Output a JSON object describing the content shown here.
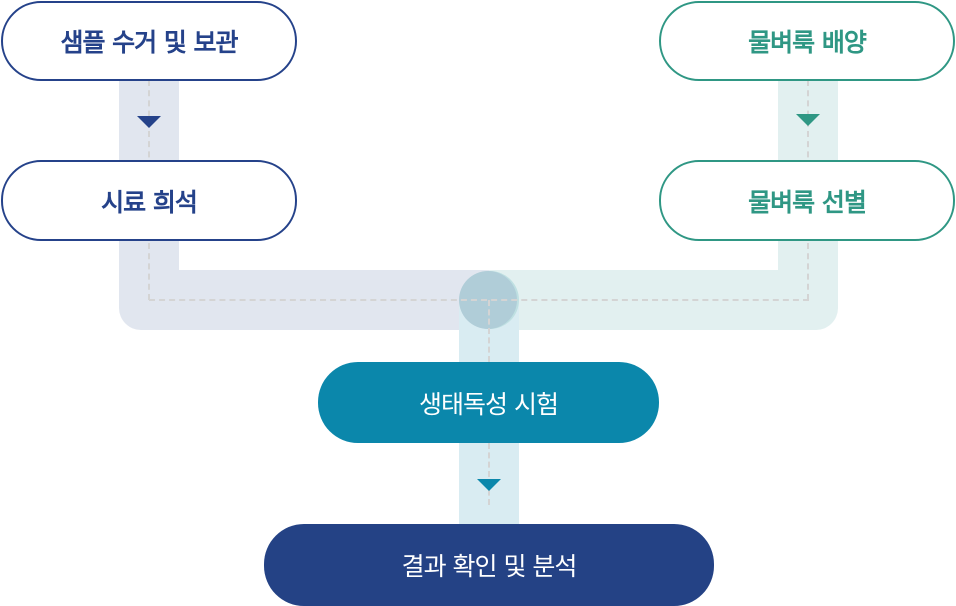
{
  "diagram": {
    "title": "",
    "colors": {
      "navy": "#25428a",
      "teal": "#2f9784",
      "process_teal": "#0b87ab",
      "result_navy": "#244285",
      "left_band": "#e1e6ef",
      "right_band": "#e2f0f0",
      "center_band": "#d9ecf2",
      "dashed_line": "#d4d4d4"
    },
    "left_branch": {
      "steps": [
        {
          "label": "샘플 수거 및 보관"
        },
        {
          "label": "시료 희석"
        }
      ]
    },
    "right_branch": {
      "steps": [
        {
          "label": "물벼룩 배양"
        },
        {
          "label": "물벼룩 선별"
        }
      ]
    },
    "merged_steps": [
      {
        "label": "생태독성 시험"
      },
      {
        "label": "결과 확인 및 분석"
      }
    ],
    "arrows": [
      {
        "from": "샘플 수거 및 보관",
        "to": "시료 희석",
        "icon": "arrow-down-icon"
      },
      {
        "from": "물벼룩 배양",
        "to": "물벼룩 선별",
        "icon": "arrow-down-icon"
      },
      {
        "from": "생태독성 시험",
        "to": "결과 확인 및 분석",
        "icon": "arrow-down-icon"
      }
    ]
  }
}
